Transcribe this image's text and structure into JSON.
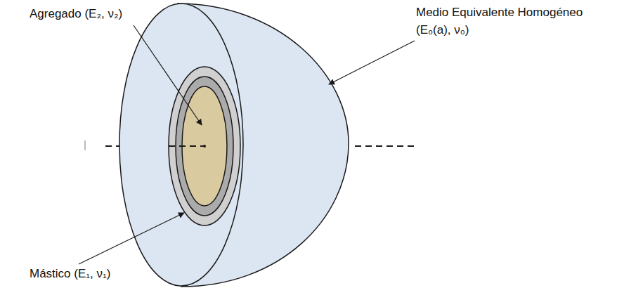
{
  "diagram": {
    "labels": [
      "Agregado (E₂, ν₂)",
      "Medio Equivalente Homogéneo (E₀(a), ν₀)",
      "Mástico (E₁, ν₁)"
    ]
  }
}
